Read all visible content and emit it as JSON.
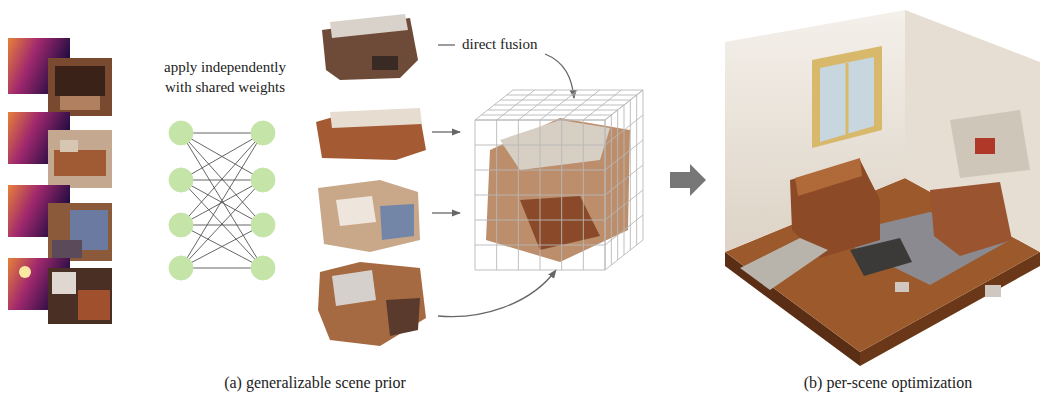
{
  "diagram": {
    "labels": [
      "apply independently with shared weights",
      "direct fusion",
      "(a) generalizable scene prior",
      "(b) per-scene optimization"
    ]
  }
}
